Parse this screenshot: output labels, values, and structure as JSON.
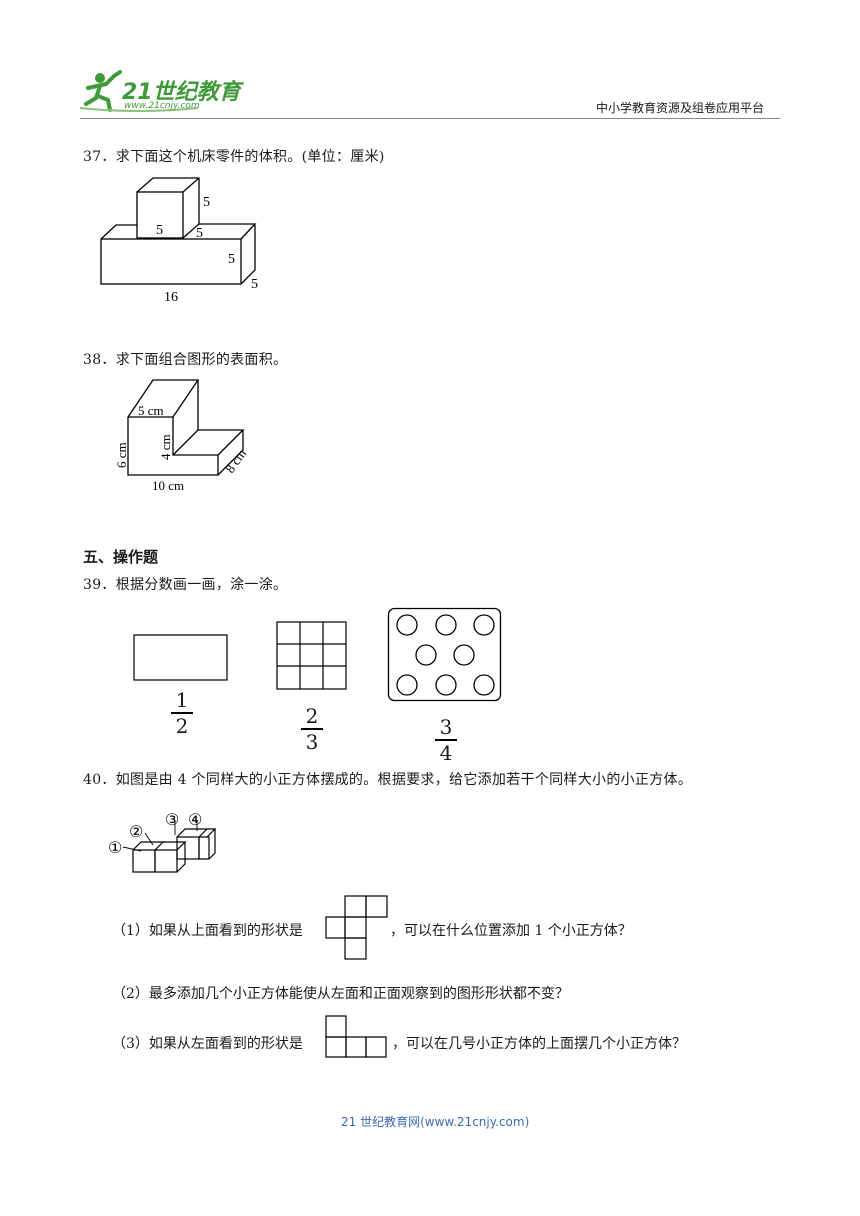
{
  "header": {
    "logo_main": "21世纪教育",
    "logo_sub": "www.21cnjy.com",
    "platform_text": "中小学教育资源及组卷应用平台"
  },
  "q37": {
    "text": "37．求下面这个机床零件的体积。(单位：厘米)",
    "labels": [
      "5",
      "5",
      "5",
      "5",
      "16",
      "5"
    ]
  },
  "q38": {
    "text": "38．求下面组合图形的表面积。",
    "labels": [
      "5 cm",
      "6 cm",
      "4 cm",
      "8 cm",
      "10 cm"
    ]
  },
  "section5": {
    "title": "五、操作题"
  },
  "q39": {
    "text": "39．根据分数画一画，涂一涂。",
    "fractions": [
      {
        "num": "1",
        "den": "2"
      },
      {
        "num": "2",
        "den": "3"
      },
      {
        "num": "3",
        "den": "4"
      }
    ]
  },
  "q40": {
    "text": "40．如图是由 4  个同样大的小正方体摆成的。根据要求，给它添加若干个同样大小的小正方体。",
    "cube_labels": [
      "①",
      "②",
      "③",
      "④"
    ],
    "sub1_before": "（1）如果从上面看到的形状是",
    "sub1_after": "，可以在什么位置添加 1 个小正方体？",
    "sub2": "（2）最多添加几个小正方体能使从左面和正面观察到的图形形状都不变？",
    "sub3_before": "（3）如果从左面看到的形状是",
    "sub3_after": "，可以在几号小正方体的上面摆几个小正方体？"
  },
  "footer": {
    "text": "21 世纪教育网(www.21cnjy.com)"
  },
  "colors": {
    "logo_green": "#3f9a3a",
    "footer_blue": "#3a6bb0"
  }
}
